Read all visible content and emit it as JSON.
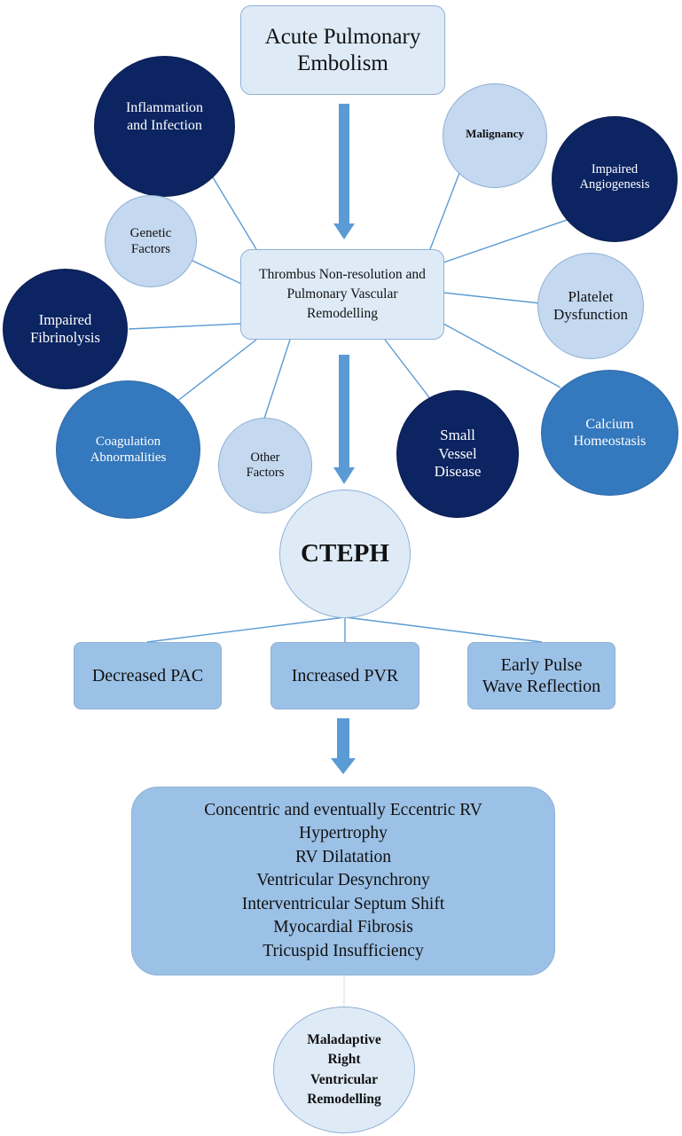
{
  "top": {
    "title": "Acute Pulmonary\nEmbolism"
  },
  "center": {
    "label": "Thrombus Non-resolution and\nPulmonary Vascular\nRemodelling"
  },
  "factors": {
    "inflammation": "Inflammation\nand Infection",
    "malignancy": "Malignancy",
    "angiogenesis": "Impaired\nAngiogenesis",
    "genetic": "Genetic\nFactors",
    "platelet": "Platelet\nDysfunction",
    "fibrinolysis": "Impaired\nFibrinolysis",
    "calcium": "Calcium\nHomeostasis",
    "coagulation": "Coagulation\nAbnormalities",
    "other": "Other\nFactors",
    "small_vessel": "Small\nVessel\nDisease"
  },
  "cteph": {
    "label": "CTEPH"
  },
  "haemodynamics": {
    "pac": "Decreased PAC",
    "pvr": "Increased PVR",
    "pulse": "Early Pulse\nWave Reflection"
  },
  "rv_changes": {
    "lines": [
      "Concentric and eventually Eccentric RV",
      "Hypertrophy",
      "RV Dilatation",
      "Ventricular Desynchrony",
      "Interventricular Septum Shift",
      "Myocardial Fibrosis",
      "Tricuspid Insufficiency"
    ]
  },
  "outcome": {
    "label": "Maladaptive\nRight\nVentricular\nRemodelling"
  },
  "colors": {
    "arrow": "#5b9bd5",
    "line": "#5b9bd5",
    "navy": "#0c2461",
    "blue": "#3478bd",
    "light": "#deebf7"
  }
}
